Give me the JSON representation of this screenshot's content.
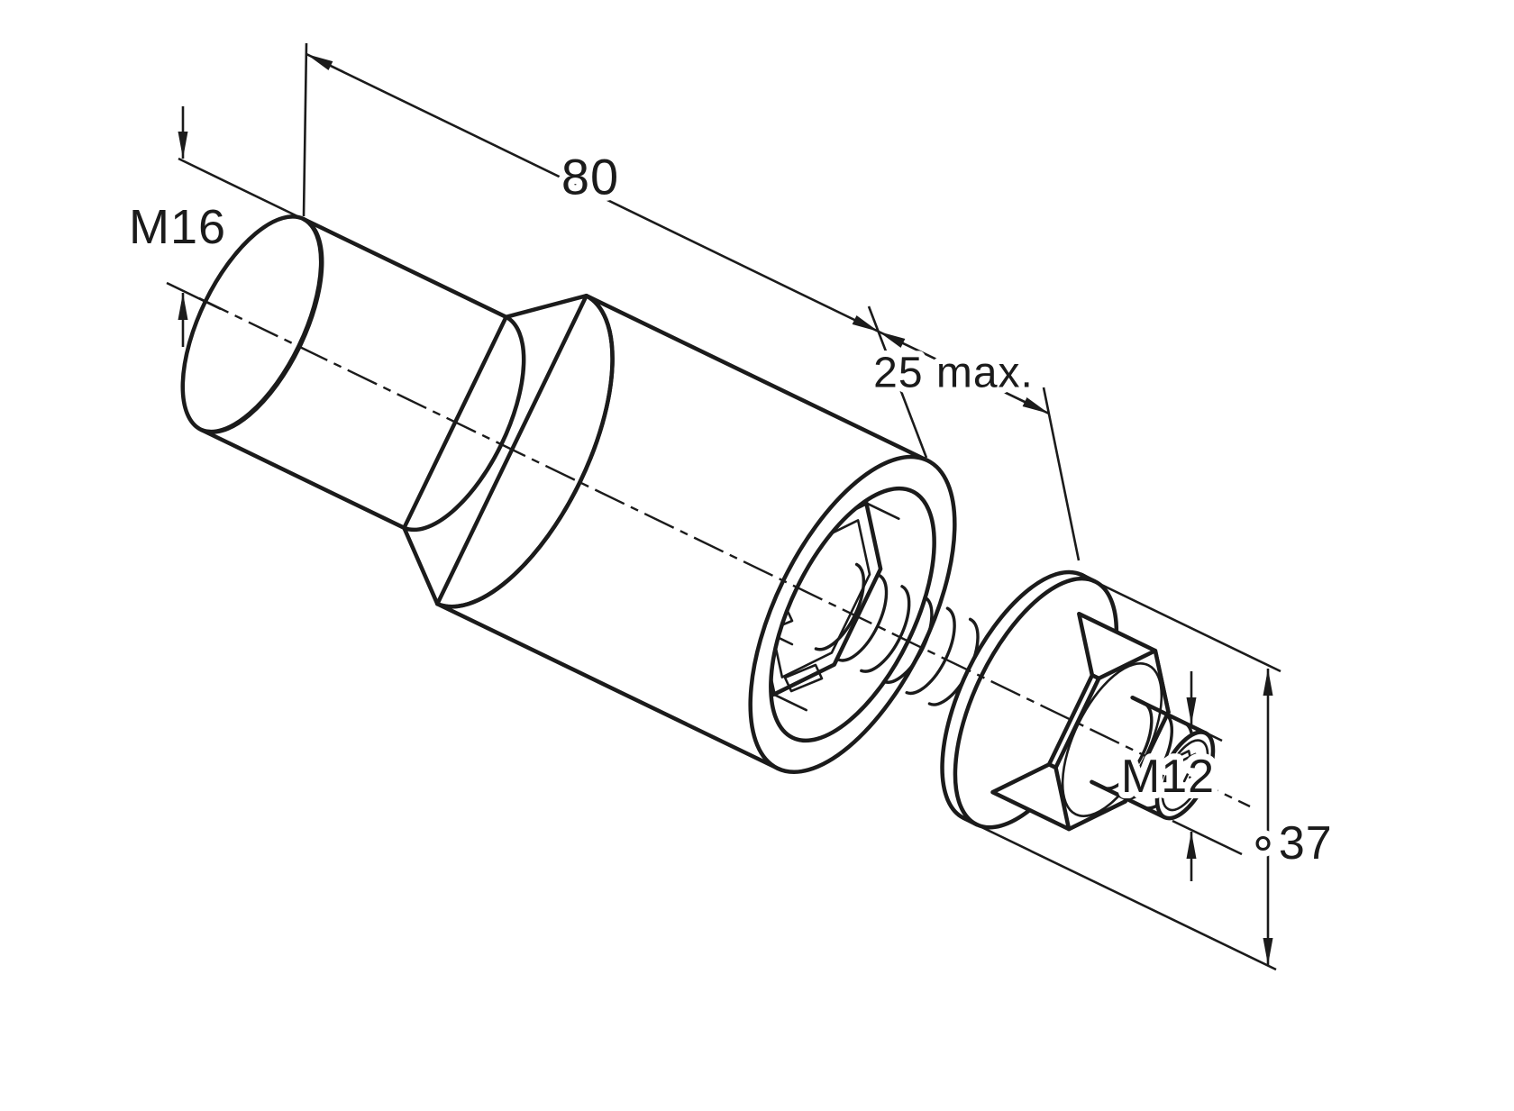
{
  "meta": {
    "type": "technical-drawing",
    "view": "isometric-line-art",
    "line_color": "#1b1b1b",
    "background_color": "#ffffff"
  },
  "labels": {
    "thread_left": "M16",
    "overall_length": "80",
    "travel_max": "25 max.",
    "thread_right": "M12",
    "outer_diameter": "∘37"
  }
}
